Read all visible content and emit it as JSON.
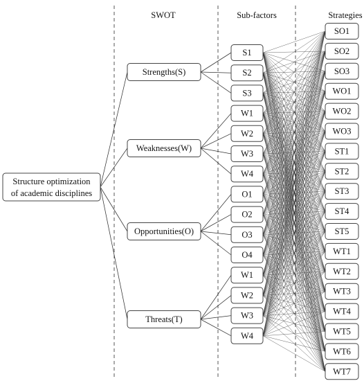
{
  "headers": {
    "swot": "SWOT",
    "subfactors": "Sub-factors",
    "strategies": "Strategies"
  },
  "root": {
    "line1": "Structure optimization",
    "line2": "of academic disciplines"
  },
  "swot": [
    {
      "label": "Strengths(S)"
    },
    {
      "label": "Weaknesses(W)"
    },
    {
      "label": "Opportunities(O)"
    },
    {
      "label": "Threats(T)"
    }
  ],
  "subfactor_groups": [
    [
      "S1",
      "S2",
      "S3"
    ],
    [
      "W1",
      "W2",
      "W3",
      "W4"
    ],
    [
      "O1",
      "O2",
      "O3",
      "O4"
    ],
    [
      "W1",
      "W2",
      "W3",
      "W4"
    ]
  ],
  "strategies": [
    "SO1",
    "SO2",
    "SO3",
    "WO1",
    "WO2",
    "WO3",
    "ST1",
    "ST2",
    "ST3",
    "ST4",
    "ST5",
    "WT1",
    "WT2",
    "WT3",
    "WT4",
    "WT5",
    "WT6",
    "WT7"
  ]
}
